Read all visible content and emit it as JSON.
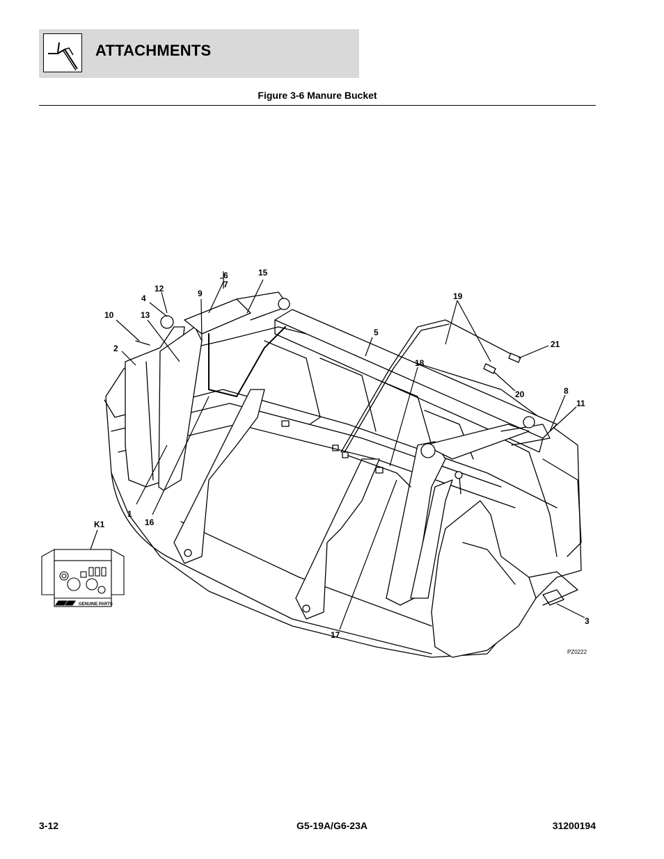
{
  "header": {
    "section_title": "ATTACHMENTS",
    "icon": "attachment-hook-icon"
  },
  "figure": {
    "caption": "Figure 3-6 Manure Bucket",
    "code": "PZ0222",
    "callouts": [
      "1",
      "2",
      "3",
      "4",
      "5",
      "6",
      "7",
      "8",
      "9",
      "10",
      "11",
      "12",
      "13",
      "15",
      "16",
      "17",
      "18",
      "19",
      "20",
      "21",
      "K1"
    ],
    "kit_label": "GENUINE PARTS"
  },
  "footer": {
    "page_number": "3-12",
    "model": "G5-19A/G6-23A",
    "document_number": "31200194"
  }
}
